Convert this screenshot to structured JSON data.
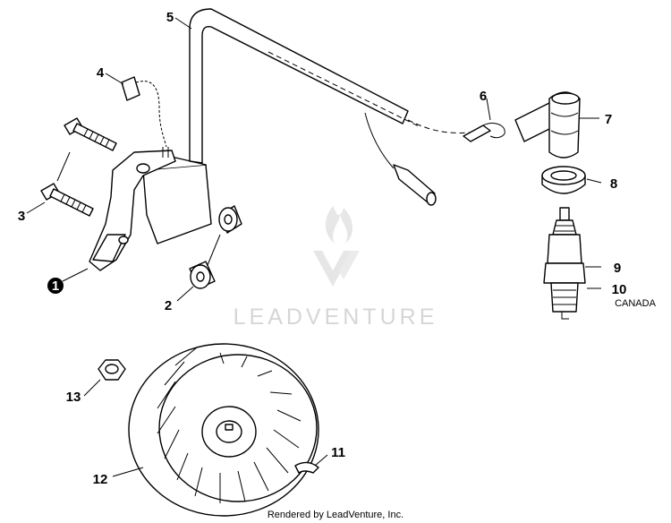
{
  "callouts": {
    "c1": "1",
    "c2": "2",
    "c3": "3",
    "c4": "4",
    "c5": "5",
    "c6": "6",
    "c7": "7",
    "c8": "8",
    "c9": "9",
    "c10": "10",
    "c11": "11",
    "c12": "12",
    "c13": "13"
  },
  "note_canada": "CANADA",
  "watermark": "LEADVENTURE",
  "credit": "Rendered by LeadVenture, Inc."
}
